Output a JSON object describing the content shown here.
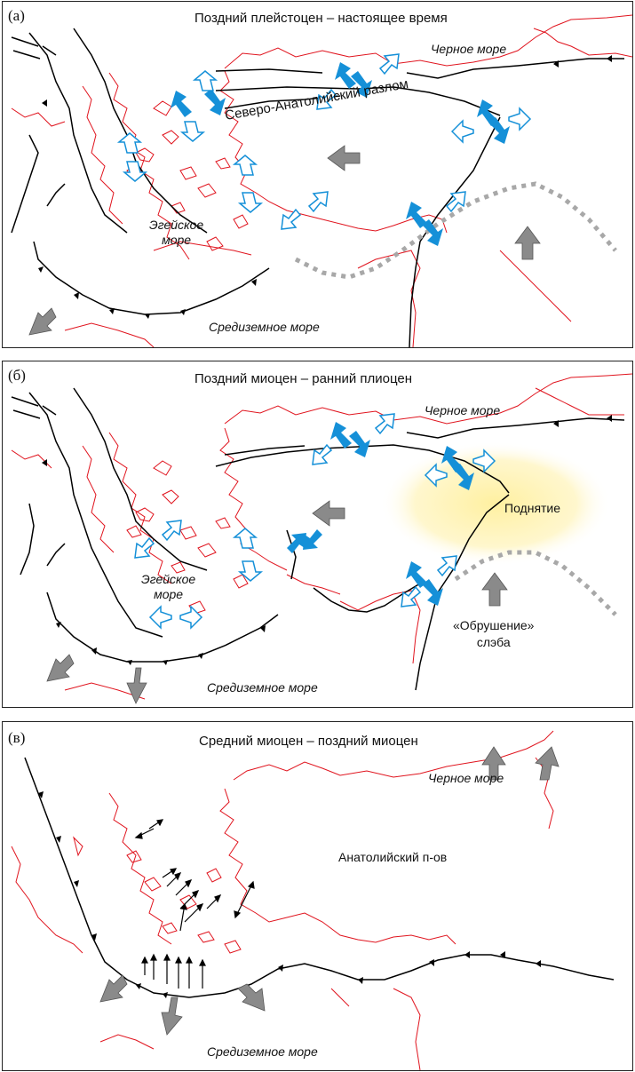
{
  "panels": [
    {
      "letter": "(а)",
      "title": "Поздний плейстоцен – настоящее время",
      "black_sea": "Черное море",
      "aegean": "Эгейское\nморе",
      "mediterranean": "Средиземное море",
      "fault": "Северо-Анатолийский разлом"
    },
    {
      "letter": "(б)",
      "title": "Поздний миоцен – ранний плиоцен",
      "black_sea": "Черное море",
      "aegean": "Эгейское\nморе",
      "mediterranean": "Средиземное море",
      "uplift": "Поднятие",
      "slab": "«Обрушение»\nслэба"
    },
    {
      "letter": "(в)",
      "title": "Средний миоцен – поздний миоцен",
      "black_sea": "Черное море",
      "peninsula": "Анатолийский п-ов",
      "mediterranean": "Средиземное море"
    }
  ],
  "colors": {
    "coastline": "#e0141e",
    "fault": "#000000",
    "compression_arrow": "#1590d8",
    "extension_arrow": "#1590d8",
    "motion_arrow": "#8a8a8a",
    "slab_boundary": "#a8a8a8",
    "uplift": "#fff0a0"
  }
}
